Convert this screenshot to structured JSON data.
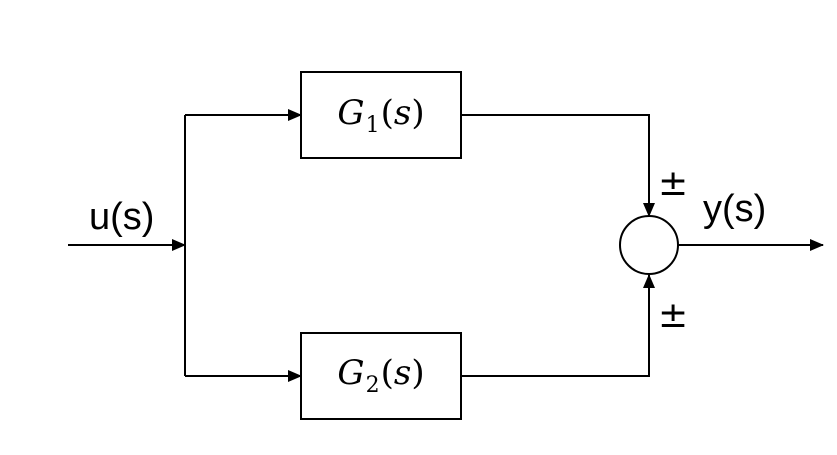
{
  "input": {
    "label": "u(s)"
  },
  "output": {
    "label": "y(s)"
  },
  "blocks": [
    {
      "func": "G",
      "sub": "1",
      "open": "(",
      "var": "s",
      "close": ")"
    },
    {
      "func": "G",
      "sub": "2",
      "open": "(",
      "var": "s",
      "close": ")"
    }
  ],
  "summing_junction": {
    "top_sign": "±",
    "bottom_sign": "±"
  },
  "colors": {
    "stroke": "#000000",
    "background": "#ffffff"
  }
}
